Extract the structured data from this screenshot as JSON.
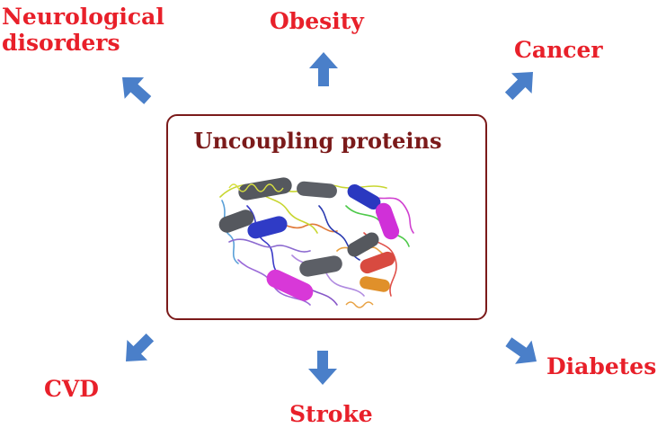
{
  "center": {
    "title": "Uncoupling proteins"
  },
  "outcomes": {
    "neurological_line1": "Neurological",
    "neurological_line2": "disorders",
    "obesity": "Obesity",
    "cancer": "Cancer",
    "cvd": "CVD",
    "stroke": "Stroke",
    "diabetes": "Diabetes"
  },
  "colors": {
    "label_red": "#e8202a",
    "box_border": "#7b1a1a",
    "title_color": "#7b1a1a",
    "arrow_blue": "#4a7fc9"
  },
  "icons": {
    "arrow": "block-arrow-icon",
    "structure": "protein-ribbon-structure"
  }
}
